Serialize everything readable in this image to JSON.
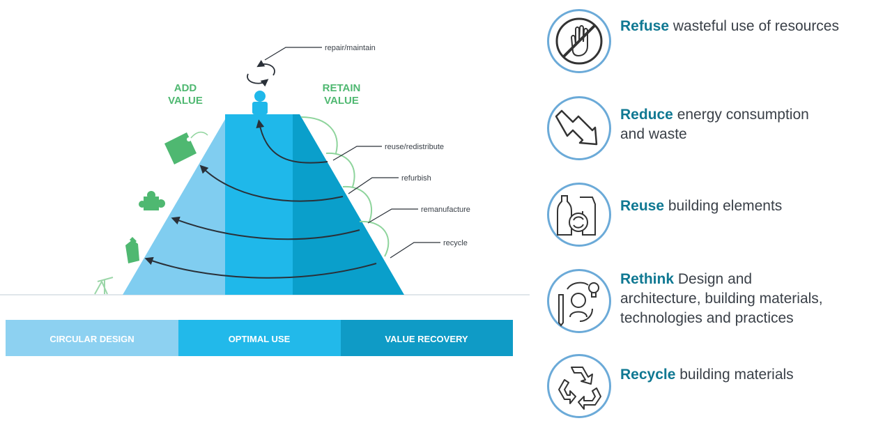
{
  "diagram": {
    "add_value": [
      "ADD",
      "VALUE"
    ],
    "retain_value": [
      "RETAIN",
      "VALUE"
    ],
    "loops": [
      "repair/maintain",
      "reuse/redistribute",
      "refurbish",
      "remanufacture",
      "recycle"
    ],
    "bands": [
      "CIRCULAR DESIGN",
      "OPTIMAL USE",
      "VALUE RECOVERY"
    ],
    "colors": {
      "left": "#80cdf0",
      "middle": "#1fb8ea",
      "right": "#0a9fcb",
      "accent_green": "#4fb871",
      "loop_green": "#8ed49c",
      "band_left": "#8dd1f1",
      "band_middle": "#22b9ea",
      "band_right": "#0f9bc6"
    }
  },
  "strategies": [
    {
      "keyword": "Refuse",
      "text_lines": [
        "wasteful use of resources"
      ],
      "icon": "no-hand-icon"
    },
    {
      "keyword": "Reduce",
      "text_lines": [
        "energy consumption",
        "and waste"
      ],
      "icon": "down-trend-arrow-icon"
    },
    {
      "keyword": "Reuse",
      "text_lines": [
        "building elements"
      ],
      "icon": "reuse-bottles-icon"
    },
    {
      "keyword": "Rethink",
      "text_lines": [
        "Design and",
        "architecture, building materials,",
        "technologies and practices"
      ],
      "icon": "rethink-idea-icon"
    },
    {
      "keyword": "Recycle",
      "text_lines": [
        "building materials"
      ],
      "icon": "recycle-icon"
    }
  ]
}
